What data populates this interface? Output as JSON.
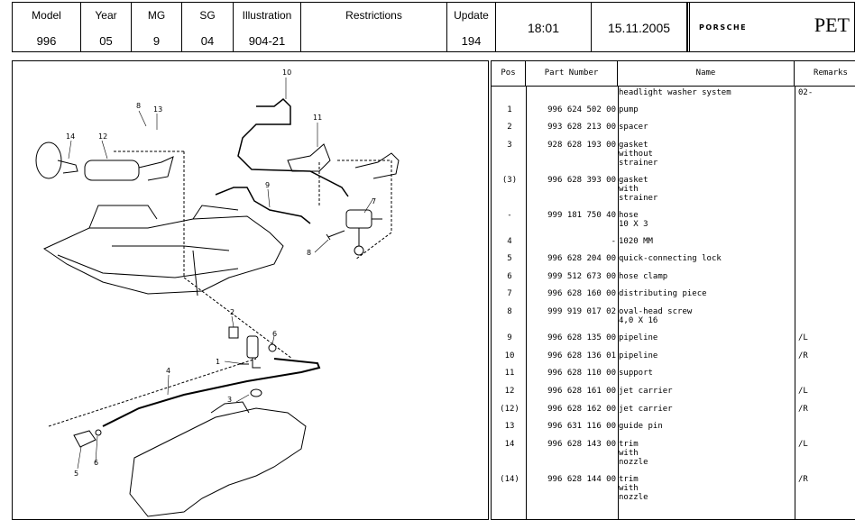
{
  "header": {
    "model_label": "Model",
    "model": "996",
    "year_label": "Year",
    "year": "05",
    "mg_label": "MG",
    "mg": "9",
    "sg_label": "SG",
    "sg": "04",
    "illustration_label": "Illustration",
    "illustration": "904-21",
    "restrictions_label": "Restrictions",
    "restrictions": "",
    "update_label": "Update",
    "update": "194",
    "time": "18:01",
    "date": "15.11.2005",
    "brand": "PORSCHE",
    "app": "PET"
  },
  "table": {
    "columns": {
      "pos": "Pos",
      "part_number": "Part Number",
      "name": "Name",
      "remarks": "Remarks"
    },
    "rows": [
      {
        "pos": "",
        "pn": "",
        "name": "headlight washer system",
        "rem": "02-"
      },
      {
        "pos": "1",
        "pn": "996 624 502 00",
        "name": "pump",
        "rem": ""
      },
      {
        "pos": "2",
        "pn": "993 628 213 00",
        "name": "spacer",
        "rem": ""
      },
      {
        "pos": "3",
        "pn": "928 628 193 00",
        "name": "gasket\nwithout\nstrainer",
        "rem": ""
      },
      {
        "pos": "(3)",
        "pn": "996 628 393 00",
        "name": "gasket\nwith\nstrainer",
        "rem": ""
      },
      {
        "pos": "-",
        "pn": "999 181 750 40",
        "name": "hose\n10 X 3",
        "rem": ""
      },
      {
        "pos": "4",
        "pn": "-",
        "name": "1020 MM",
        "rem": ""
      },
      {
        "pos": "5",
        "pn": "996 628 204 00",
        "name": "quick-connecting lock",
        "rem": ""
      },
      {
        "pos": "6",
        "pn": "999 512 673 00",
        "name": "hose clamp",
        "rem": ""
      },
      {
        "pos": "7",
        "pn": "996 628 160 00",
        "name": "distributing piece",
        "rem": ""
      },
      {
        "pos": "8",
        "pn": "999 919 017 02",
        "name": "oval-head screw\n4,0 X 16",
        "rem": ""
      },
      {
        "pos": "9",
        "pn": "996 628 135 00",
        "name": "pipeline",
        "rem": "/L"
      },
      {
        "pos": "10",
        "pn": "996 628 136 01",
        "name": "pipeline",
        "rem": "/R"
      },
      {
        "pos": "11",
        "pn": "996 628 110 00",
        "name": "support",
        "rem": ""
      },
      {
        "pos": "12",
        "pn": "996 628 161 00",
        "name": "jet carrier",
        "rem": "/L"
      },
      {
        "pos": "(12)",
        "pn": "996 628 162 00",
        "name": "jet carrier",
        "rem": "/R"
      },
      {
        "pos": "13",
        "pn": "996 631 116 00",
        "name": "guide pin",
        "rem": ""
      },
      {
        "pos": "14",
        "pn": "996 628 143 00",
        "name": "trim\nwith\nnozzle",
        "rem": "/L"
      },
      {
        "pos": "(14)",
        "pn": "996 628 144 00",
        "name": "trim\nwith\nnozzle",
        "rem": "/R"
      }
    ]
  },
  "illustration_callouts": [
    "10",
    "8",
    "13",
    "11",
    "14",
    "12",
    "9",
    "7",
    "8",
    "2",
    "6",
    "1",
    "4",
    "3",
    "5",
    "6"
  ]
}
